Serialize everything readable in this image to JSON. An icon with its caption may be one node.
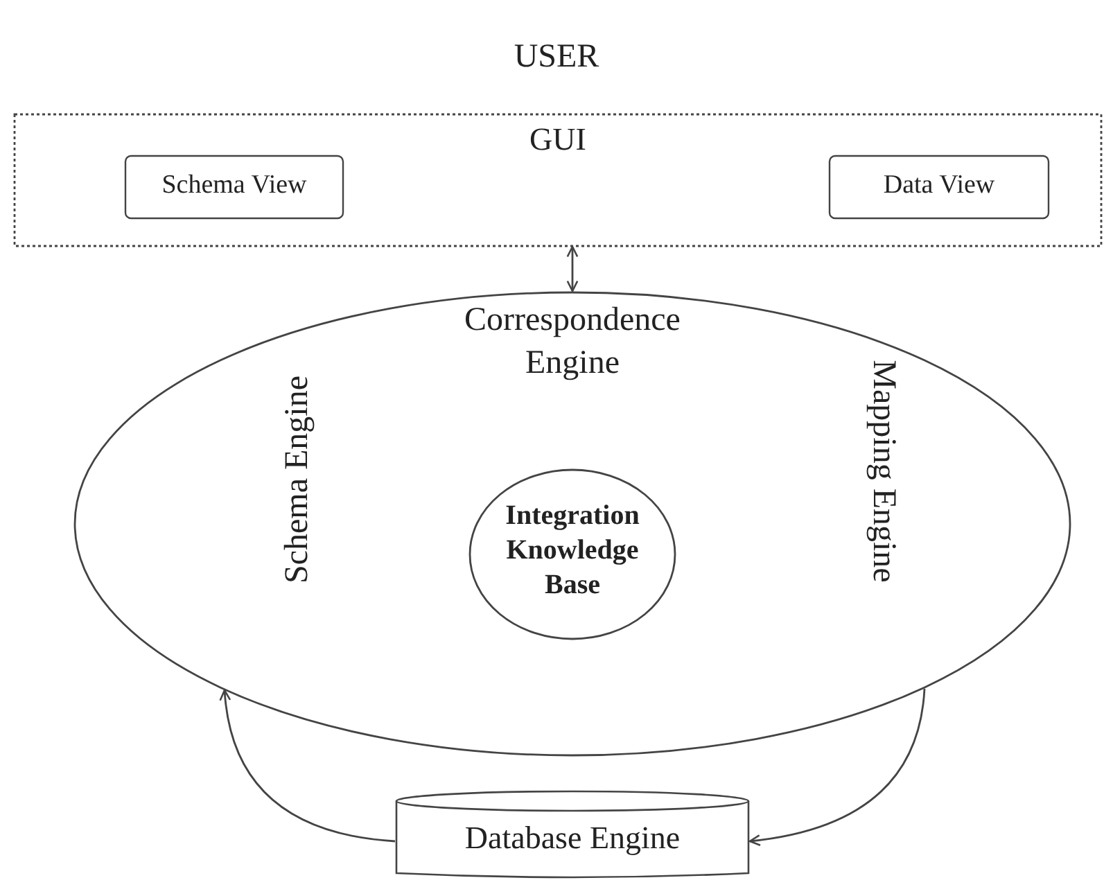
{
  "diagram": {
    "nodes": [
      {
        "text": [
          "GUI"
        ]
      },
      {
        "text": [
          "Schema View"
        ],
        "in": 0
      },
      {
        "text": [
          "Data View"
        ],
        "in": 0
      },
      {
        "text": [
          "Correspondence Engine",
          "Schema Engine",
          "Mapping Engine"
        ]
      },
      {
        "text": [
          "Integration Knowledge Base"
        ],
        "in": 3
      },
      {
        "text": [
          "Database Engine"
        ]
      }
    ],
    "edges": [
      {
        "from": 0,
        "to": 3,
        "arrow": "both"
      },
      {
        "from": 5,
        "to": 3,
        "arrow": "to"
      },
      {
        "from": 3,
        "to": 5,
        "arrow": "to"
      }
    ],
    "labels": [
      "USER"
    ]
  }
}
